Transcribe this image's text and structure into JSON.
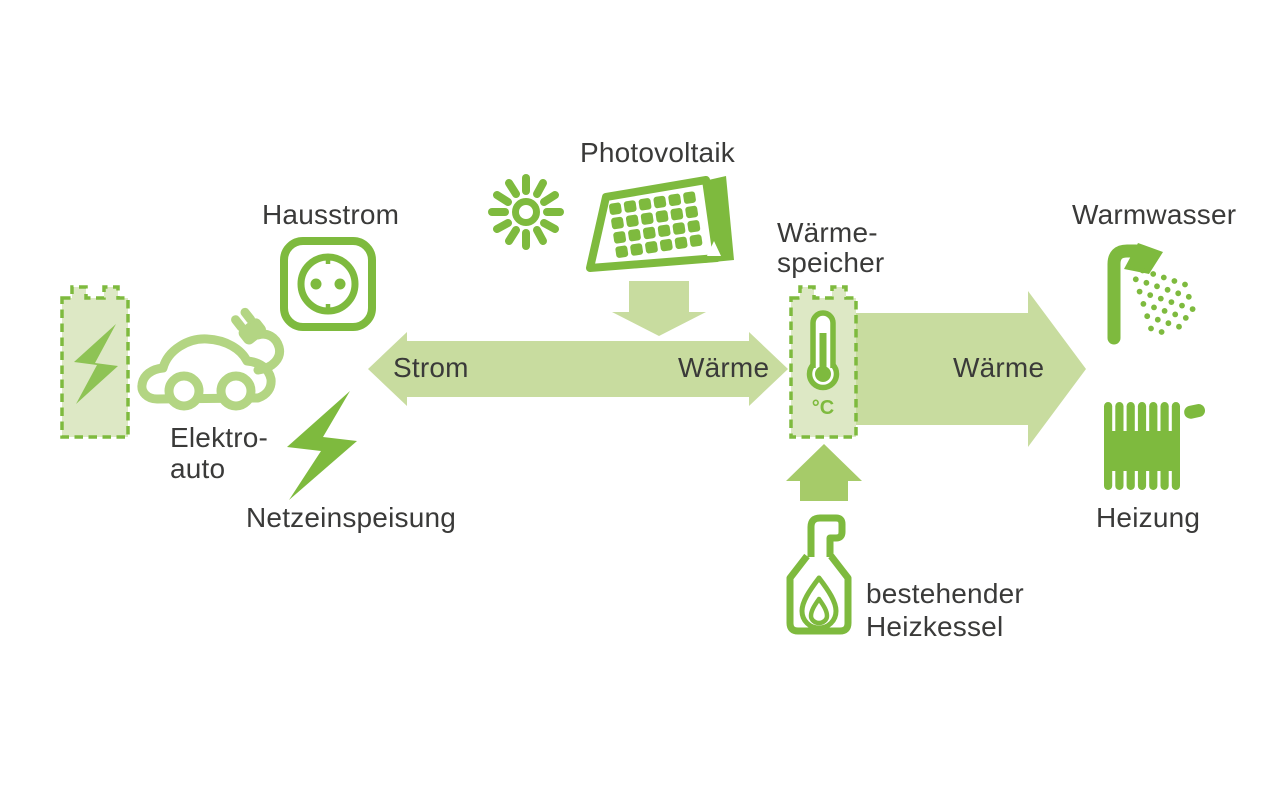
{
  "diagram": {
    "description": "Energy flow diagram: photovoltaics feeding electricity and heat to house, car, grid and heat storage",
    "colors": {
      "icon_green": "#7eba3e",
      "flow_arrow_light_green": "#c8dc9f",
      "storage_fill_pale_green": "#dde8c5",
      "boiler_arrow_mid_green": "#a6cb69",
      "car_light_green": "#b3d583",
      "battery_bolt_green": "#8ec355",
      "text_color": "#3a3a39"
    },
    "nodes": {
      "batteriespeicher": {
        "icon": "battery-with-bolt"
      },
      "elektroauto": {
        "label_line1": "Elektro-",
        "label_line2": "auto",
        "icon": "electric-car-with-plug"
      },
      "hausstrom": {
        "label": "Hausstrom",
        "icon": "power-outlet"
      },
      "netzeinspeisung": {
        "label": "Netzeinspeisung",
        "icon": "lightning-bolt"
      },
      "photovoltaik": {
        "label": "Photovoltaik",
        "icon": "sun-and-solar-panel"
      },
      "waermespeicher": {
        "label_line1": "Wärme-",
        "label_line2": "speicher",
        "unit": "°C",
        "icon": "thermometer-storage-tank"
      },
      "warmwasser": {
        "label": "Warmwasser",
        "icon": "shower"
      },
      "heizung": {
        "label": "Heizung",
        "icon": "radiator"
      },
      "heizkessel": {
        "label_line1": "bestehender",
        "label_line2": "Heizkessel",
        "icon": "boiler-with-flame"
      }
    },
    "flows": {
      "strom_label": "Strom",
      "waerme_to_speicher_label": "Wärme",
      "waerme_from_speicher_label": "Wärme"
    }
  }
}
